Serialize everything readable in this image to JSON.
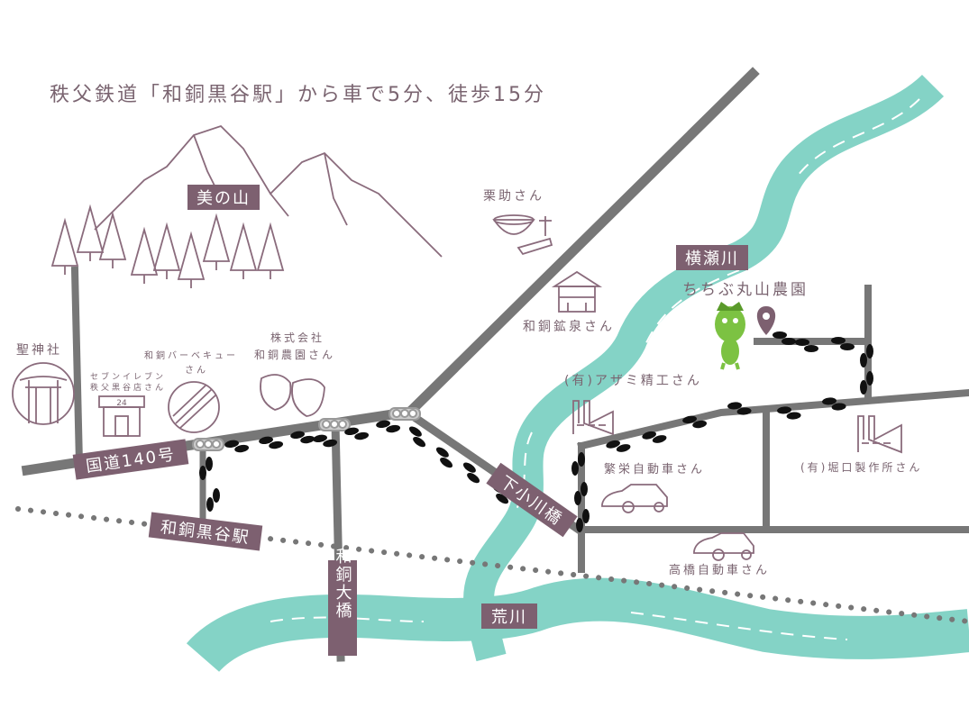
{
  "title": "秩父鉄道「和銅黒谷駅」から車で5分、徒歩15分",
  "colors": {
    "road": "#777777",
    "river": "#84d3c6",
    "label_bg": "#7d6070",
    "text": "#7a6470",
    "mascot": "#7cc242"
  },
  "tags": {
    "mountain": "美の山",
    "yokoze_river": "横瀬川",
    "route140": "国道140号",
    "station": "和銅黒谷駅",
    "shimo_ogawa_bridge": "下小川橋",
    "wado_bridge": "和銅大橋",
    "arakawa": "荒川"
  },
  "places": {
    "kurisuke": "栗助さん",
    "kosen": "和銅鉱泉さん",
    "farm": "ちちぶ丸山農園",
    "azami": "(有)アザミ精工さん",
    "horiguchi": "(有)堀口製作所さん",
    "hanei": "繁栄自動車さん",
    "takahashi": "高橋自動車さん",
    "shrine": "聖神社",
    "seven_1": "セブンイレブン",
    "seven_2": "秩父黒谷店さん",
    "seven_sign": "24",
    "bbq_1": "和銅バーベキュー",
    "bbq_2": "さん",
    "nouen_1": "株式会社",
    "nouen_2": "和銅農園さん"
  }
}
